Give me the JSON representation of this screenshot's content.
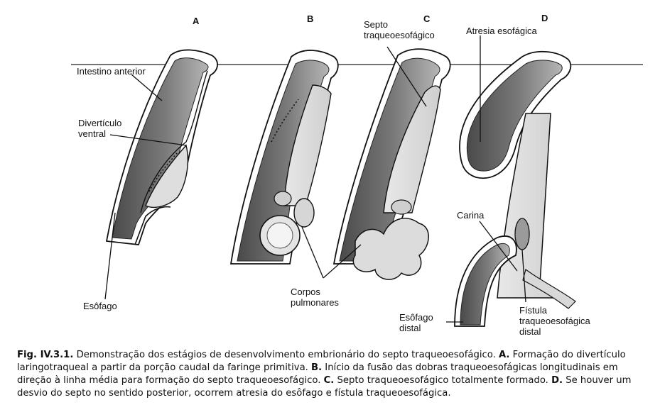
{
  "panels": {
    "a": "A",
    "b": "B",
    "c": "C",
    "d": "D"
  },
  "labels": {
    "intestino_anterior": "Intestino anterior",
    "diverticulo_ventral": "Divertículo\nventral",
    "esofago": "Esôfago",
    "corpos_pulmonares": "Corpos\npulmonares",
    "septo_traqueoesofagico": "Septo\ntraqueoesofágico",
    "atresia_esofagica": "Atresia esofágica",
    "carina": "Carina",
    "esofago_distal": "Esôfago\ndistal",
    "fistula": "Fístula\ntraqueoesofágica\ndistal"
  },
  "caption": {
    "fig_label": "Fig. IV.3.1.",
    "text_1": " Demonstração dos estágios de desenvolvimento embrionário do septo traqueoesofágico. ",
    "a_label": "A.",
    "text_a": " Formação do divertículo laringotraqueal a partir da porção caudal da faringe primitiva. ",
    "b_label": "B.",
    "text_b": " Início da fusão das dobras traqueoesofágicas longitudinais em direção à linha média para formação do septo traqueoesofágico. ",
    "c_label": "C.",
    "text_c": " Septo traqueoesofágico totalmente formado. ",
    "d_label": "D.",
    "text_d": " Se houver um desvio do septo no sentido posterior, ocorrem atresia do esôfago e fístula traqueoesofágica."
  }
}
